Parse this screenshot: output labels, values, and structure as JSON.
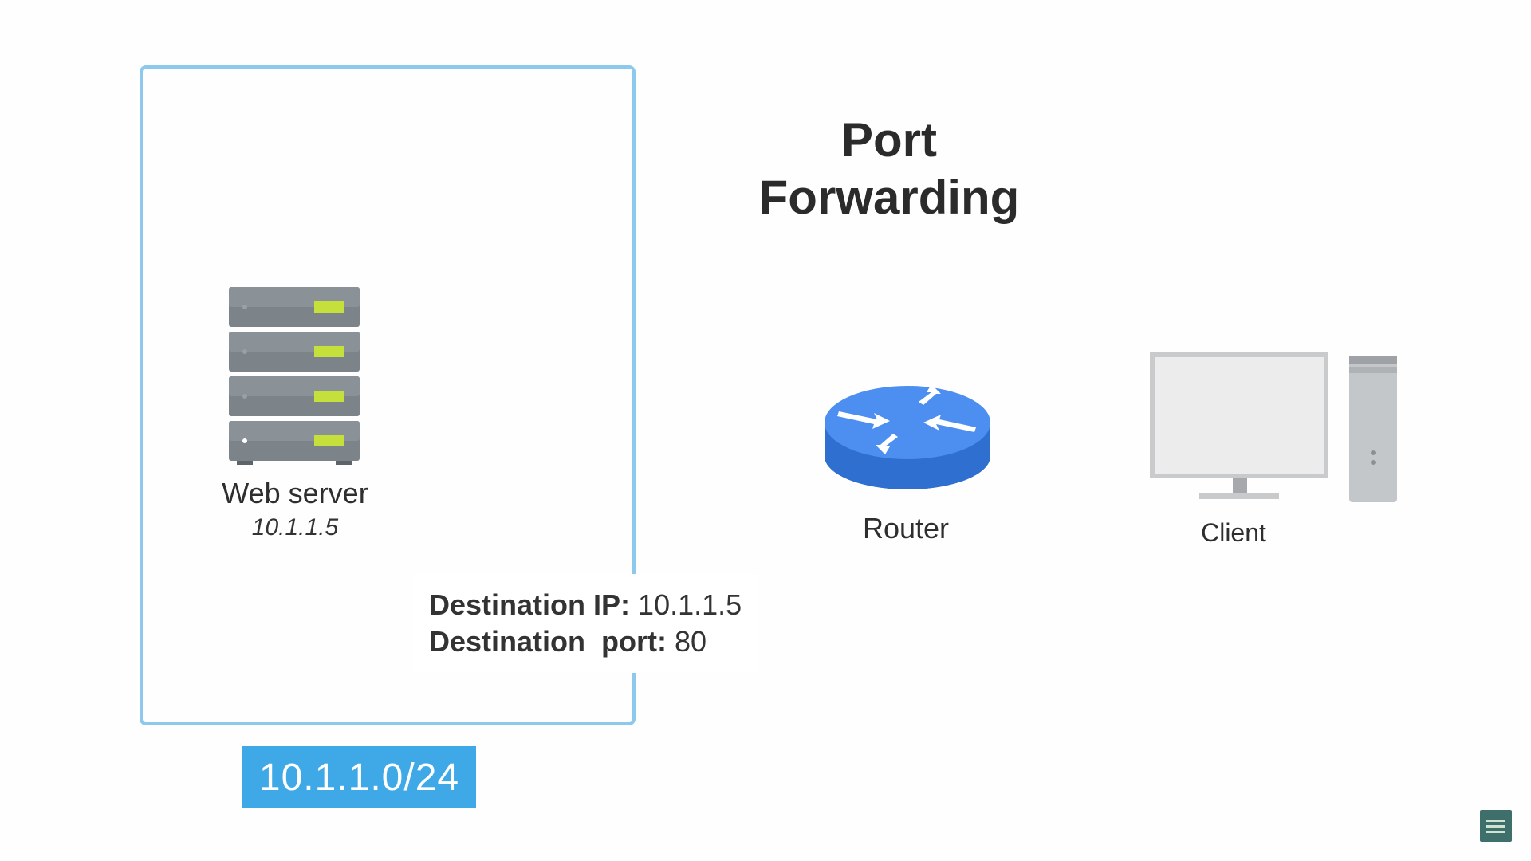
{
  "title": {
    "line1": "Port",
    "line2": "Forwarding"
  },
  "subnet": {
    "cidr": "10.1.1.0/24",
    "border_color": "#8cc9ec",
    "badge_color": "#3fa9e8"
  },
  "web_server": {
    "icon": "server-rack-icon",
    "label": "Web server",
    "ip": "10.1.1.5"
  },
  "router": {
    "icon": "router-icon",
    "label": "Router",
    "color": "#3d84e6"
  },
  "client": {
    "icon": "desktop-computer-icon",
    "label": "Client"
  },
  "packet": {
    "dest_ip_key": "Destination IP:",
    "dest_ip_value": "10.1.1.5",
    "dest_port_key": "Destination  port:",
    "dest_port_value": "80"
  }
}
